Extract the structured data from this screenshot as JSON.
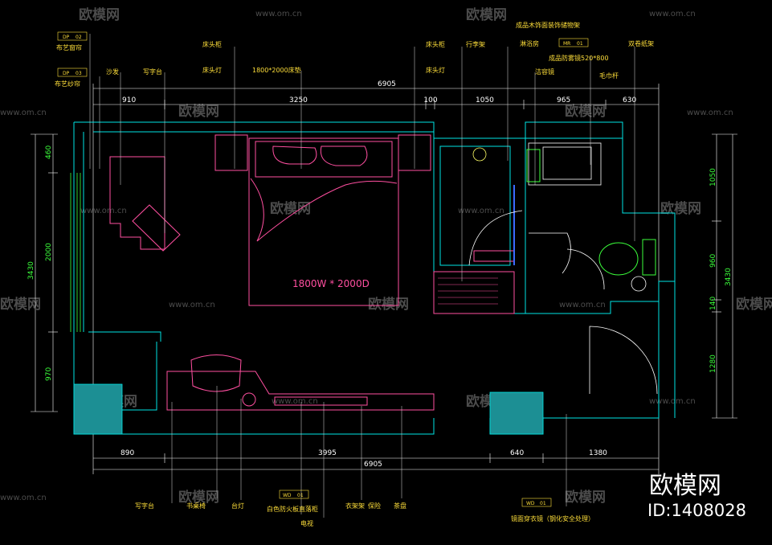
{
  "watermark": {
    "brand": "欧模网",
    "url": "www.om.cn"
  },
  "brand_corner": {
    "name": "欧模网",
    "id": "ID:1408028"
  },
  "bed_label": "1800W * 2000D",
  "dims_top": {
    "total": "6905",
    "segments": [
      "910",
      "3250",
      "100",
      "1050",
      "965",
      "630"
    ]
  },
  "dims_bottom": {
    "total": "6905",
    "segments": [
      "890",
      "3995",
      "640",
      "1380"
    ]
  },
  "dims_left": {
    "total": "3430",
    "segments": [
      "460",
      "2000",
      "970"
    ]
  },
  "dims_right": {
    "total": "3430",
    "segments": [
      "1050",
      "960",
      "140",
      "1280"
    ]
  },
  "labels_top": {
    "curtain1": "布艺窗帘",
    "curtain2": "布艺纱帘",
    "sofa": "沙发",
    "desk": "写字台",
    "lamp_bracket1": "床头柜",
    "lamp1": "床头灯",
    "mattress": "1800*2000床垫",
    "lamp_bracket2": "床头柜",
    "lamp2": "床头灯",
    "luggage": "行李架",
    "wood_panel": "成品木饰面装饰储物架",
    "shower": "淋浴房",
    "glass": "成品防雾镜520*800",
    "tissue": "双卷纸架",
    "mirror": "洁容镜",
    "towel": "毛巾杆"
  },
  "labels_bottom": {
    "desk": "写字台",
    "chair": "书桌椅",
    "lamp": "台灯",
    "cabinet": "白色防火板直落柜",
    "tv": "电视",
    "minibar": "衣架架",
    "safe": "保险",
    "kettle": "茶盘",
    "wardrobe": "镜面穿衣镜（钢化安全处理）"
  },
  "tags": {
    "tag1_a": "DP",
    "tag1_b": "02",
    "tag2_a": "DP",
    "tag2_b": "03",
    "tag3_a": "MR",
    "tag3_b": "01",
    "tag4_a": "WD",
    "tag4_b": "01",
    "tag5_a": "WD",
    "tag5_b": "01"
  },
  "colors": {
    "wall": "#00e5e5",
    "furniture": "#ff4fa0",
    "text": "#ffdf3a",
    "fixture": "#ffffff",
    "accent": "#3bff3b",
    "watermark": "#555555"
  }
}
